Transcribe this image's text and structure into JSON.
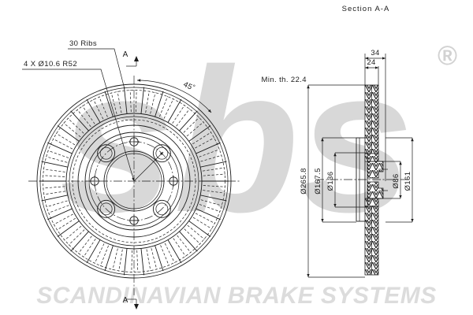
{
  "document": {
    "type": "engineering-drawing",
    "subject": "ventilated brake disc",
    "section_title": "Section A-A"
  },
  "watermark": {
    "logo": "sbs",
    "registered_symbol": "®",
    "bottom_text": "SCANDINAVIAN BRAKE SYSTEMS"
  },
  "front_view": {
    "annotations": [
      {
        "id": "ribs",
        "label": "30  Ribs"
      },
      {
        "id": "bolt-holes",
        "label": "4  X  Ø10.6  R52"
      },
      {
        "id": "angle",
        "label": "45˚"
      }
    ],
    "section_markers": [
      {
        "id": "section-marker-top",
        "label": "A"
      },
      {
        "id": "section-marker-bottom",
        "label": "A"
      }
    ],
    "rib_count": 30,
    "bolt_hole_count": 4,
    "bolt_hole_diameter": "Ø10.6",
    "bolt_circle_radius": "R52"
  },
  "section_view": {
    "title": "Section A-A",
    "horizontal_dimensions": [
      {
        "id": "overall-thickness",
        "label": "34"
      },
      {
        "id": "disc-thickness",
        "label": "24"
      }
    ],
    "notes": [
      {
        "id": "min-thickness",
        "label": "Min. th. 22.4"
      }
    ],
    "vertical_dimensions": [
      {
        "id": "outer-diameter",
        "label": "Ø265.8"
      },
      {
        "id": "dia-167",
        "label": "Ø167.5"
      },
      {
        "id": "dia-136",
        "label": "Ø136"
      },
      {
        "id": "dia-86",
        "label": "Ø86"
      },
      {
        "id": "dia-161",
        "label": "Ø161"
      }
    ]
  },
  "colors": {
    "line": "#1b1b1b",
    "watermark": "#d8d8d8",
    "background": "#ffffff"
  }
}
